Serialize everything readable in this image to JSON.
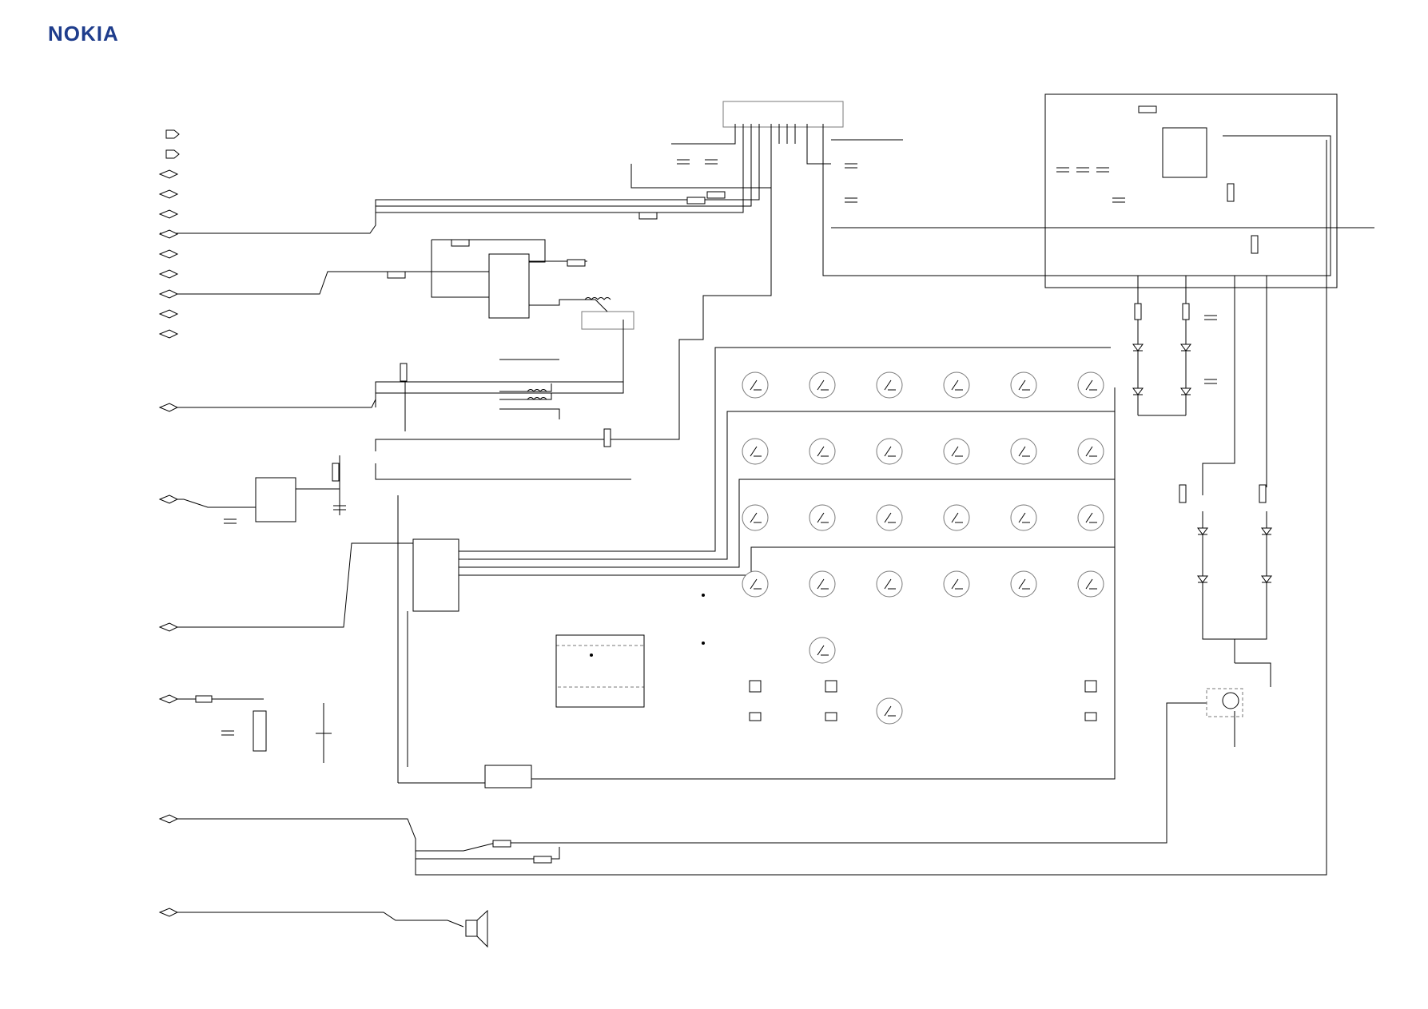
{
  "logo": {
    "text": "NOKIA",
    "color": "#1f3d8c"
  },
  "connectors_left_upper": 11,
  "connectors_left_lower": 6,
  "keypad": {
    "rows": 4,
    "cols": 6,
    "extra_keys": 2,
    "contact_switches": 3
  },
  "leds_upper": 4,
  "leds_lower": 4
}
